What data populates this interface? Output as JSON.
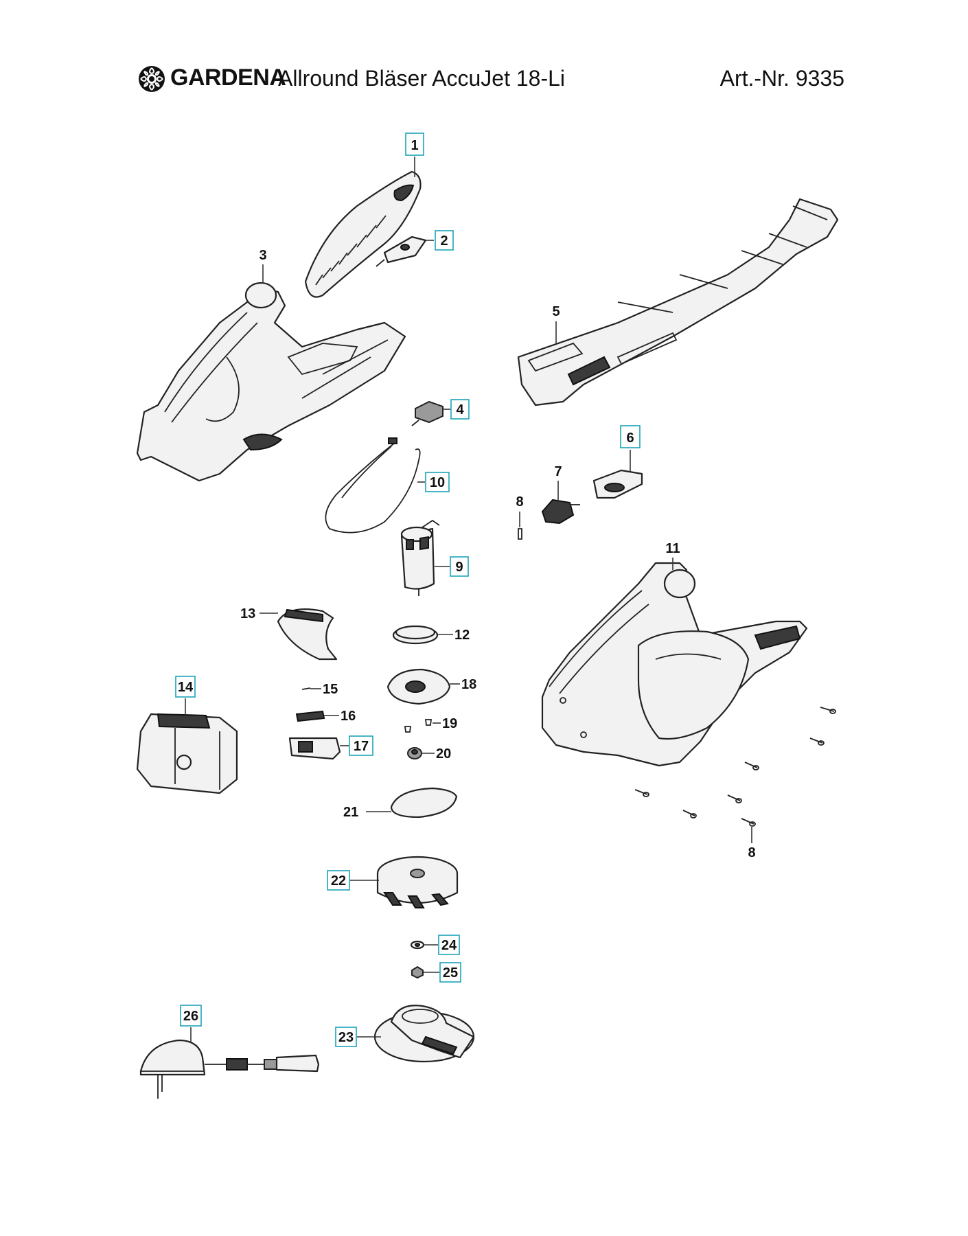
{
  "header": {
    "brand": "GARDENA",
    "product": "Allround Bläser AccuJet 18-Li",
    "article": "Art.-Nr. 9335"
  },
  "callouts": {
    "c1": "1",
    "c2": "2",
    "c3": "3",
    "c4": "4",
    "c5": "5",
    "c6": "6",
    "c7": "7",
    "c8a": "8",
    "c8b": "8",
    "c9": "9",
    "c10": "10",
    "c11": "11",
    "c12": "12",
    "c13": "13",
    "c14": "14",
    "c15": "15",
    "c16": "16",
    "c17": "17",
    "c18": "18",
    "c19": "19",
    "c20": "20",
    "c21": "21",
    "c22": "22",
    "c23": "23",
    "c24": "24",
    "c25": "25",
    "c26": "26"
  },
  "colors": {
    "highlight_box": "#1aa3b8",
    "line": "#222222"
  },
  "icons": {
    "logo": "gardena-flower-logo"
  }
}
